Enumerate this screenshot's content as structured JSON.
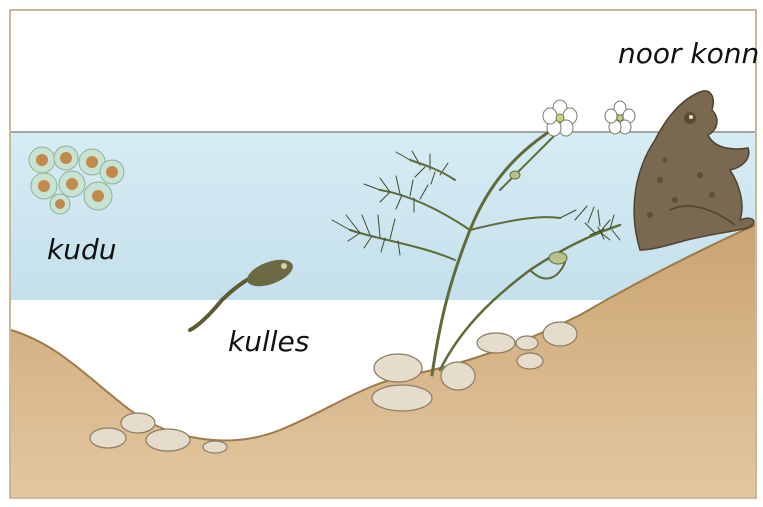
{
  "labels": {
    "adult_frog": "noor konn",
    "eggs": "kudu",
    "tadpole": "kulles"
  },
  "colors": {
    "water": "#cfe6f0",
    "soil": "#d7b488",
    "frog": "#7a6850",
    "plant_stem": "#5f6b3a",
    "border": "#b7a07a"
  },
  "icons": {
    "eggs": "frog-spawn-icon",
    "tadpole": "tadpole-icon",
    "frog": "frog-icon",
    "plant": "water-plant-icon"
  }
}
